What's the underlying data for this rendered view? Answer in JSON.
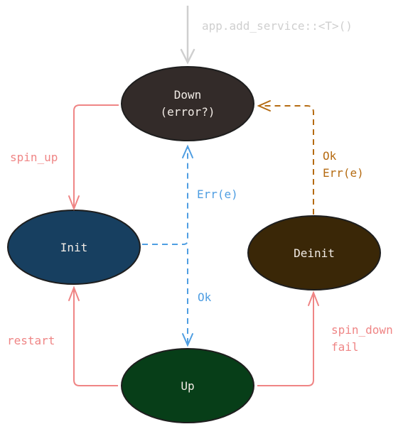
{
  "diagram": {
    "entry_label": "app.add_service::<T>()",
    "nodes": {
      "down": {
        "line1": "Down",
        "line2": "(error?)"
      },
      "init": {
        "label": "Init"
      },
      "deinit": {
        "label": "Deinit"
      },
      "up": {
        "label": "Up"
      }
    },
    "edges": {
      "spin_up": "spin_up",
      "err_e": "Err(e)",
      "ok": "Ok",
      "deinit_ok": "Ok",
      "deinit_err": "Err(e)",
      "restart": "restart",
      "spin_down": "spin_down",
      "fail": "fail"
    },
    "colors": {
      "down": "#332b29",
      "init": "#173f60",
      "deinit": "#3a2707",
      "up": "#073e18",
      "red": "#ef8585",
      "blue": "#4f9ee2",
      "orange": "#b56b12",
      "gray": "#cfcfcf"
    }
  }
}
